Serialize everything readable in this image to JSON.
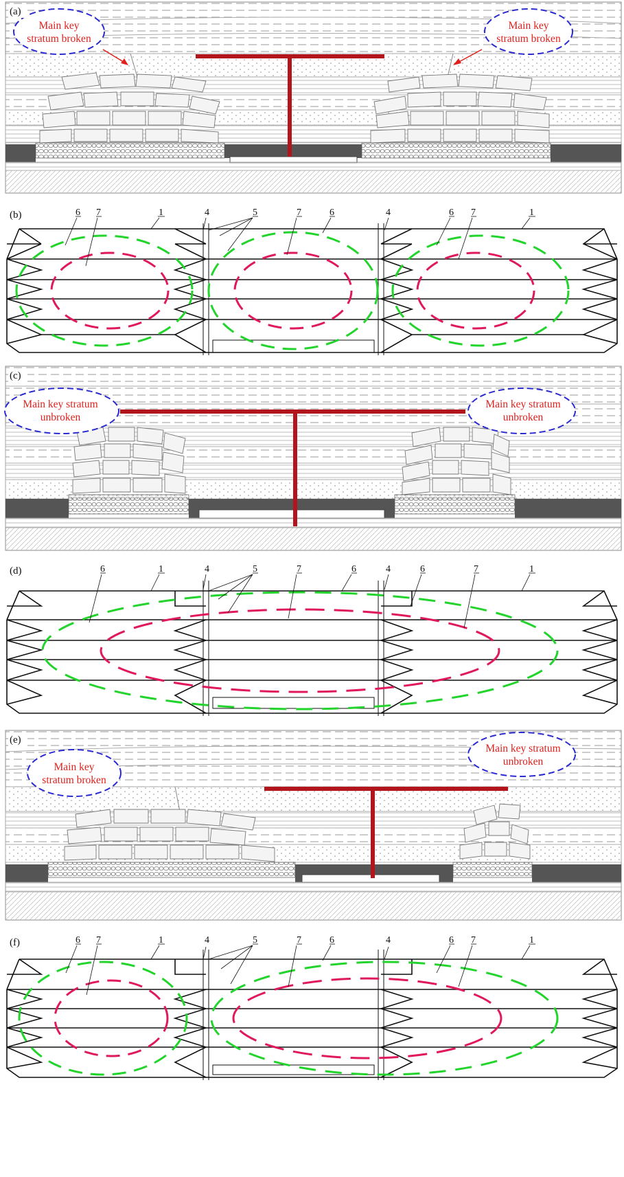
{
  "panels": {
    "a": {
      "label": "(a)",
      "left_note": [
        "Main key",
        "stratum broken"
      ],
      "right_note": [
        "Main key",
        "stratum broken"
      ]
    },
    "b": {
      "label": "(b)",
      "numbers": [
        "6",
        "7",
        "1",
        "4",
        "5",
        "7",
        "6",
        "4",
        "6",
        "7",
        "1"
      ]
    },
    "c": {
      "label": "(c)",
      "left_note": [
        "Main key stratum",
        "unbroken"
      ],
      "right_note": [
        "Main key stratum",
        "unbroken"
      ]
    },
    "d": {
      "label": "(d)",
      "numbers": [
        "6",
        "1",
        "4",
        "5",
        "7",
        "6",
        "4",
        "6",
        "7",
        "1"
      ]
    },
    "e": {
      "label": "(e)",
      "left_note": [
        "Main key",
        "stratum broken"
      ],
      "right_note": [
        "Main key stratum",
        "unbroken"
      ]
    },
    "f": {
      "label": "(f)",
      "numbers": [
        "6",
        "7",
        "1",
        "4",
        "5",
        "7",
        "6",
        "4",
        "6",
        "7",
        "1"
      ]
    }
  },
  "colors": {
    "support_line": "#b3151c",
    "outer_zone": "#22d42b",
    "inner_zone": "#e0195a",
    "note_ellipse": "#2a2ad0",
    "note_text": "#e0201c",
    "coal": "#555555"
  }
}
